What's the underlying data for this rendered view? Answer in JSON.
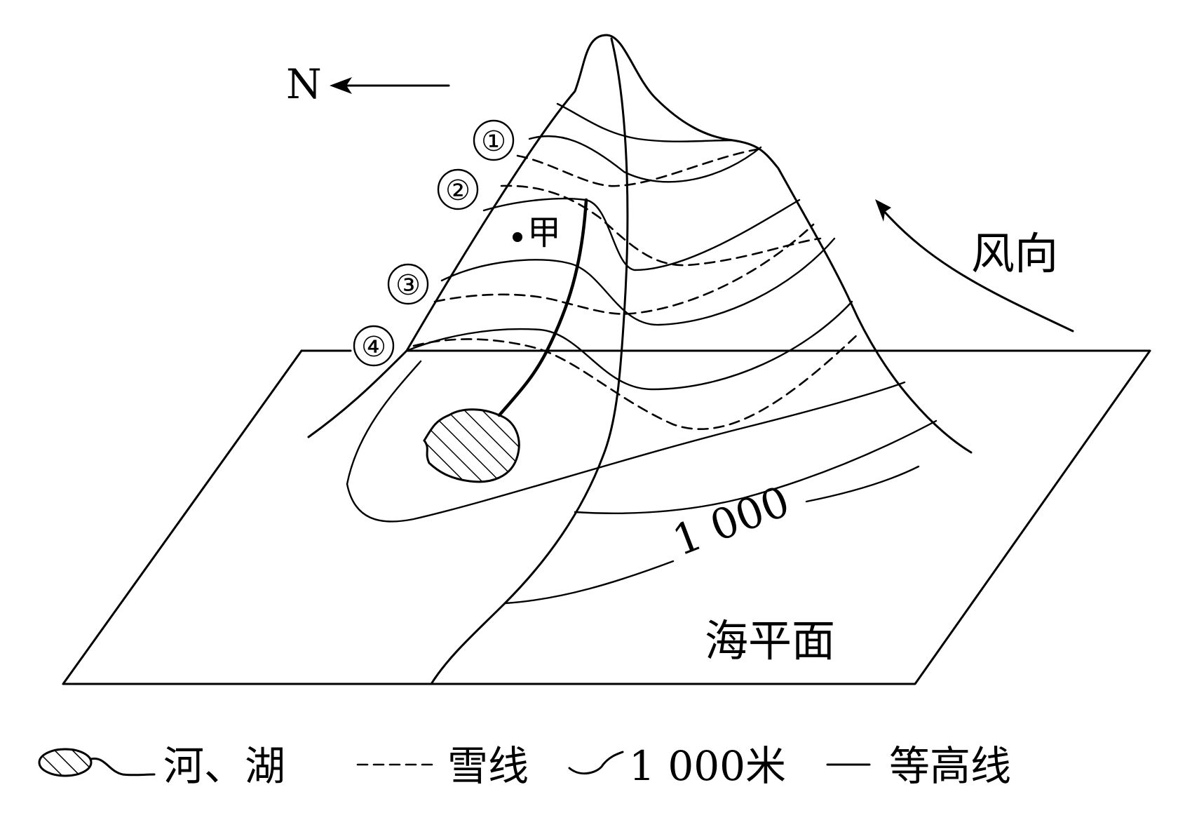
{
  "compass": {
    "label": "N",
    "icon": "north-arrow-icon"
  },
  "markers": [
    "①",
    "②",
    "③",
    "④"
  ],
  "point_label": "甲",
  "wind_label": "风向",
  "contour_label": "1 000",
  "sea_level_label": "海平面",
  "legend": {
    "river_lake": "河、湖",
    "snowline": "雪线",
    "contour_1000": "1 000米",
    "contour": "等高线"
  }
}
